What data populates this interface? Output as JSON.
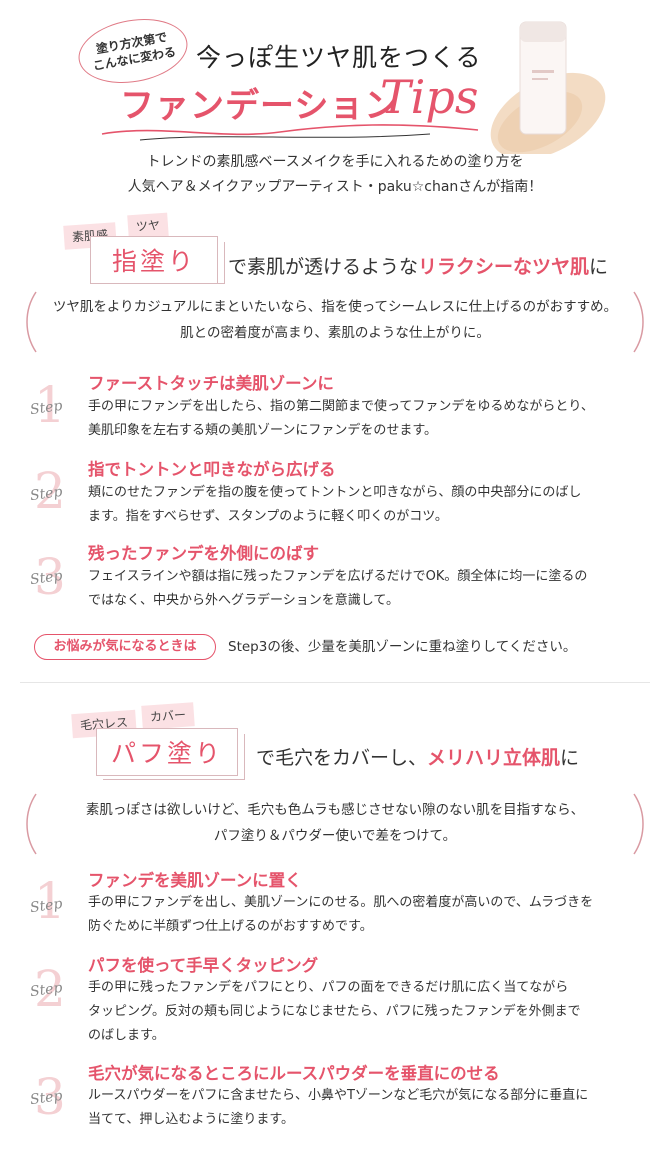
{
  "header": {
    "badge_line1": "塗り方次第で",
    "badge_line2": "こんなに変わる",
    "title": "今っぽ生ツヤ肌をつくる",
    "main": "ファンデーション",
    "tips": "Tips",
    "intro_line1": "トレンドの素肌感ベースメイクを手に入れるための塗り方を",
    "intro_line2": "人気ヘア＆メイクアップアーティスト・paku☆chanさんが指南！"
  },
  "sections": [
    {
      "tags": [
        "素肌感",
        "ツヤ"
      ],
      "method": "指塗り",
      "sub_pre": "で素肌が透けるような",
      "sub_hl": "リラクシーなツヤ肌",
      "sub_post": "に",
      "desc_line1": "ツヤ肌をよりカジュアルにまといたいなら、指を使ってシームレスに仕上げるのがおすすめ。",
      "desc_line2": "肌との密着度が高まり、素肌のような仕上がりに。",
      "steps": [
        {
          "num": "1",
          "word": "Step",
          "title": "ファーストタッチは美肌ゾーンに",
          "line1": "手の甲にファンデを出したら、指の第二関節まで使ってファンデをゆるめながらとり、",
          "line2": "美肌印象を左右する頬の美肌ゾーンにファンデをのせます。"
        },
        {
          "num": "2",
          "word": "Step",
          "title": "指でトントンと叩きながら広げる",
          "line1": "頬にのせたファンデを指の腹を使ってトントンと叩きながら、顔の中央部分にのばし",
          "line2": "ます。指をすべらせず、スタンプのように軽く叩くのがコツ。"
        },
        {
          "num": "3",
          "word": "Step",
          "title": "残ったファンデを外側にのばす",
          "line1": "フェイスラインや額は指に残ったファンデを広げるだけでOK。顔全体に均一に塗るの",
          "line2": "ではなく、中央から外へグラデーションを意識して。"
        }
      ],
      "worry_label": "お悩みが気になるときは",
      "worry_text": "Step3の後、少量を美肌ゾーンに重ね塗りしてください。"
    },
    {
      "tags": [
        "毛穴レス",
        "カバー"
      ],
      "method": "パフ塗り",
      "sub_pre": "で毛穴をカバーし、",
      "sub_hl": "メリハリ立体肌",
      "sub_post": "に",
      "desc_line1": "素肌っぽさは欲しいけど、毛穴も色ムラも感じさせない隙のない肌を目指すなら、",
      "desc_line2": "パフ塗り＆パウダー使いで差をつけて。",
      "steps": [
        {
          "num": "1",
          "word": "Step",
          "title": "ファンデを美肌ゾーンに置く",
          "line1": "手の甲にファンデを出し、美肌ゾーンにのせる。肌への密着度が高いので、ムラづきを",
          "line2": "防ぐために半顔ずつ仕上げるのがおすすめです。"
        },
        {
          "num": "2",
          "word": "Step",
          "title": "パフを使って手早くタッピング",
          "line1": "手の甲に残ったファンデをパフにとり、パフの面をできるだけ肌に広く当てながら",
          "line2": "タッピング。反対の頬も同じようになじませたら、パフに残ったファンデを外側まで",
          "line3": "のばします。"
        },
        {
          "num": "3",
          "word": "Step",
          "title": "毛穴が気になるところにルースパウダーを垂直にのせる",
          "line1": "ルースパウダーをパフに含ませたら、小鼻やTゾーンなど毛穴が気になる部分に垂直に",
          "line2": "当てて、押し込むように塗ります。"
        }
      ]
    }
  ]
}
